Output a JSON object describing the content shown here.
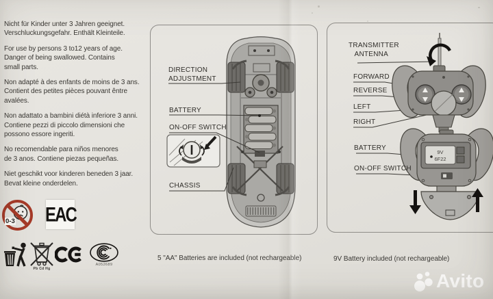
{
  "warnings": [
    {
      "lang": "de",
      "text": "Nicht für Kinder unter 3 Jahren geeignet.\nVerschluckungsgefahr. Enthält Kleinteile."
    },
    {
      "lang": "en",
      "text": "For use by persons 3 to12 years of age.\nDanger of being swallowed. Contains\nsmall parts."
    },
    {
      "lang": "fr",
      "text": "Non adapté à des enfants de moins de 3 ans.\nContient des petites pièces pouvant êntre\navalées."
    },
    {
      "lang": "it",
      "text": "Non adattato a bambini diétà inferiore 3 anni.\nContiene pezzi di piccolo dimensioni che\npossono essore ingeriti."
    },
    {
      "lang": "es",
      "text": "No recomendable para niños menores\nde 3 anos. Contiene piezas pequeñas."
    },
    {
      "lang": "nl",
      "text": "Niet geschikt voor kinderen beneden 3 jaar.\nBevat kleine onderdelen."
    }
  ],
  "badges": {
    "age_warning": "0-3",
    "eac": "EAC",
    "heavy_metals": "Pb Cd Hg",
    "ccc_code": "A052689"
  },
  "car": {
    "label_direction": "DIRECTION\nADJUSTMENT",
    "label_battery": "BATTERY",
    "label_on_off": "ON-OFF SWITCH",
    "label_chassis": "CHASSIS"
  },
  "transmitter": {
    "label_antenna": "TRANSMITTER\n   ANTENNA",
    "label_forward": "FORWARD",
    "label_reverse": "REVERSE",
    "label_left": "LEFT",
    "label_right": "RIGHT",
    "label_battery": "BATTERY",
    "label_on_off": "ON-OFF SWITCH",
    "battery_type": "9V\n6F22"
  },
  "notes": {
    "aa_batteries": "5 \"AA\" Batteries are included (not rechargeable)",
    "v9_battery": "9V Battery included (not rechargeable)"
  },
  "watermark": {
    "brand": "Avito"
  },
  "colors": {
    "background": "#e5e3de",
    "ink": "#35332f",
    "panel_border": "#8f8d89",
    "warning_red": "#a63a28",
    "diagram_gray": "#a3a3a0",
    "watermark": "#ffffff"
  }
}
